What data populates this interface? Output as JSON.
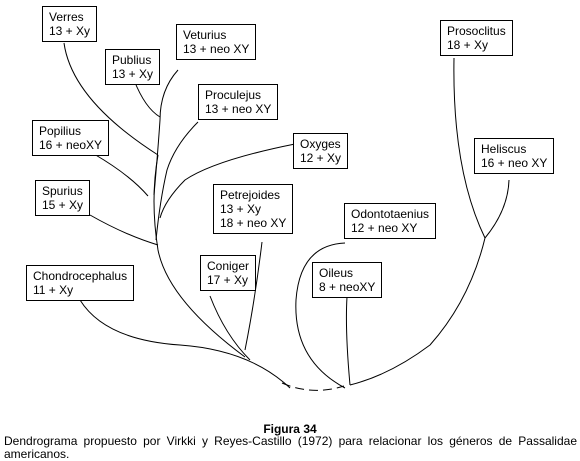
{
  "nodes": {
    "verres": {
      "name": "Verres",
      "chrom": "13 + Xy"
    },
    "publius": {
      "name": "Publius",
      "chrom": "13 + Xy"
    },
    "veturius": {
      "name": "Veturius",
      "chrom": "13 + neo XY"
    },
    "proculejus": {
      "name": "Proculejus",
      "chrom": "13 + neo XY"
    },
    "popilius": {
      "name": "Popilius",
      "chrom": "16 + neoXY"
    },
    "oxyges": {
      "name": "Oxyges",
      "chrom": "12 + Xy"
    },
    "spurius": {
      "name": "Spurius",
      "chrom": "15 + Xy"
    },
    "petrejoides": {
      "name": "Petrejoides",
      "chrom": "13 + Xy",
      "chrom2": "18 + neo XY"
    },
    "chondrocephalus": {
      "name": "Chondrocephalus",
      "chrom": "11 + Xy"
    },
    "coniger": {
      "name": "Coniger",
      "chrom": "17 + Xy"
    },
    "odontotaenius": {
      "name": "Odontotaenius",
      "chrom": "12 + neo XY"
    },
    "oileus": {
      "name": "Oileus",
      "chrom": "8 + neoXY"
    },
    "prosoclitus": {
      "name": "Prosoclitus",
      "chrom": "18 + Xy"
    },
    "heliscus": {
      "name": "Heliscus",
      "chrom": "16 + neo XY"
    }
  },
  "caption": {
    "title": "Figura 34",
    "text": "Dendrograma propuesto por Virkki y Reyes-Castillo (1972) para relacionar los géneros de Passalidae americanos."
  }
}
